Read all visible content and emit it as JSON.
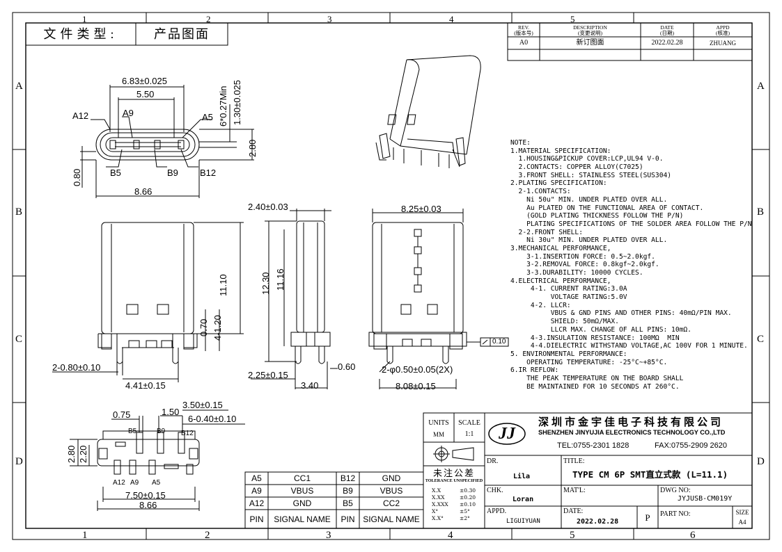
{
  "doc_type": {
    "label": "文件类型:",
    "value": "产品图面"
  },
  "grid": {
    "cols": [
      "1",
      "2",
      "3",
      "4",
      "5",
      "6"
    ],
    "rows": [
      "A",
      "B",
      "C",
      "D"
    ]
  },
  "revision": {
    "headers": [
      {
        "en": "REV.",
        "cn": "(版本号)"
      },
      {
        "en": "DESCRIPTION",
        "cn": "(变更说明)"
      },
      {
        "en": "DATE",
        "cn": "(日期)"
      },
      {
        "en": "APPD",
        "cn": "(核准)"
      }
    ],
    "rows": [
      [
        "A0",
        "新订图面",
        "2022.02.28",
        "ZHUANG"
      ]
    ]
  },
  "top_view": {
    "d_width": "6.83±0.025",
    "d_inner": "5.50",
    "d_pin_len": "6*0.27Min",
    "d_pin_h": "1.30±0.025",
    "d_height": "2.80",
    "d_offset": "0.80",
    "d_total": "8.66",
    "pins": [
      "A12",
      "A9",
      "A5",
      "B5",
      "B9",
      "B12"
    ]
  },
  "front_view": {
    "d_height": "11.10",
    "d_pad_h": "0.70",
    "d_pad_step": "4-1.20",
    "d_leg": "2-0.80±0.10",
    "d_leg_span": "4.41±0.15"
  },
  "side_view": {
    "d_thick": "2.40±0.03",
    "d_h1": "12.30",
    "d_h2": "11.16",
    "d_foot": "2.25±0.15",
    "d_span": "3.40",
    "d_lead": "0.60"
  },
  "rear_view": {
    "d_width": "8.25±0.03",
    "flatness_value": "0.10",
    "d_hole": "2-φ0.50±0.05(2X)",
    "d_span": "8.08±0.15"
  },
  "bottom_view": {
    "d_075": "0.75",
    "d_150": "1.50",
    "d_350": "3.50±0.15",
    "d_pins": "6-0.40±0.10",
    "d_280": "2.80",
    "d_220": "2.20",
    "d_750": "7.50±0.15",
    "d_866": "8.66",
    "top_pins": [
      "B5",
      "B9",
      "B12"
    ],
    "bottom_pins": [
      "A12",
      "A9",
      "A5"
    ]
  },
  "notes": [
    "NOTE:",
    "1.MATERIAL SPECIFICATION:",
    "  1.HOUSING&PICKUP COVER:LCP,UL94 V-0.",
    "  2.CONTACTS: COPPER ALLOY(C7025)",
    "  3.FRONT SHELL: STAINLESS STEEL(SUS304)",
    "2.PLATING SPECIFICATION:",
    "  2-1.CONTACTS:",
    "    Ni 50u\" MIN. UNDER PLATED OVER ALL.",
    "    Au PLATED ON THE FUNCTIONAL AREA OF CONTACT.",
    "    (GOLD PLATING THICKNESS FOLLOW THE P/N)",
    "    PLATING SPECIFICATIONS OF THE SOLDER AREA FOLLOW THE P/N",
    "  2-2.FRONT SHELL:",
    "    Ni 30u\" MIN. UNDER PLATED OVER ALL.",
    "3.MECHANICAL PERFORMANCE,",
    "    3-1.INSERTION FORCE: 0.5~2.0kgf.",
    "    3-2.REMOVAL FORCE: 0.8kgf~2.0kgf.",
    "    3-3.DURABILITY: 10000 CYCLES.",
    "4.ELECTRICAL PERFORMANCE,",
    "     4-1. CURRENT RATING:3.0A",
    "          VOLTAGE RATING:5.0V",
    "     4-2. LLCR:",
    "          VBUS & GND PINS AND OTHER PINS: 40mΩ/PIN MAX.",
    "          SHIELD: 50mΩ/MAX.",
    "          LLCR MAX. CHANGE OF ALL PINS: 10mΩ.",
    "     4-3.INSULATION RESISTANCE: 100MΩ  MIN",
    "     4-4.DIELECTRIC WITHSTAND VOLTAGE,AC 100V FOR 1 MINUTE.",
    "5. ENVIRONMENTAL PERFORMANCE:",
    "    OPERATING TEMPERATURE: -25°C~+85°C.",
    "6.IR REFLOW:",
    "    THE PEAK TEMPERATURE ON THE BOARD SHALL",
    "    BE MAINTAINED FOR 10 SECONDS AT 260°C."
  ],
  "pin_table": {
    "header": [
      "PIN",
      "SIGNAL NAME",
      "PIN",
      "SIGNAL NAME"
    ],
    "rows": [
      [
        "A5",
        "CC1",
        "B12",
        "GND"
      ],
      [
        "A9",
        "VBUS",
        "B9",
        "VBUS"
      ],
      [
        "A12",
        "GND",
        "B5",
        "CC2"
      ]
    ]
  },
  "title_block": {
    "units_label": "UNITS",
    "units_value": "MM",
    "scale_label": "SCALE",
    "scale_value": "1:1",
    "tol_cn": "未注公差",
    "tol_en": "TOLERANCE UNSPECIFIED",
    "tolerances": [
      [
        "X.X",
        "±0.30"
      ],
      [
        "X.XX",
        "±0.20"
      ],
      [
        "X.XXX",
        "±0.10"
      ],
      [
        "X°",
        "±5°"
      ],
      [
        "X.X°",
        "±2°"
      ]
    ],
    "logo_text": "JJ",
    "company_cn": "深圳市金宇佳电子科技有限公司",
    "company_en": "SHENZHEN JINYUJIA ELECTRONICS TECHNOLOGY CO.,LTD",
    "tel": "TEL:0755-2301 1828",
    "fax": "FAX:0755-2909 2620",
    "dr_label": "DR.",
    "dr_value": "Lila",
    "chk_label": "CHK.",
    "chk_value": "Loran",
    "appd_label": "APPD.",
    "appd_value": "LIGUIYUAN",
    "title_label": "TITLE:",
    "title_value": "TYPE CM 6P SMT直立式款 (L=11.1)",
    "matl_label": "MAT'L:",
    "dwg_label": "DWG NO:",
    "dwg_value": "JYJUSB-CM019Y",
    "date_label": "DATE:",
    "date_value": "2022.02.28",
    "page_mark": "P",
    "part_label": "PART NO:",
    "size_label": "SIZE",
    "size_value": "A4"
  }
}
